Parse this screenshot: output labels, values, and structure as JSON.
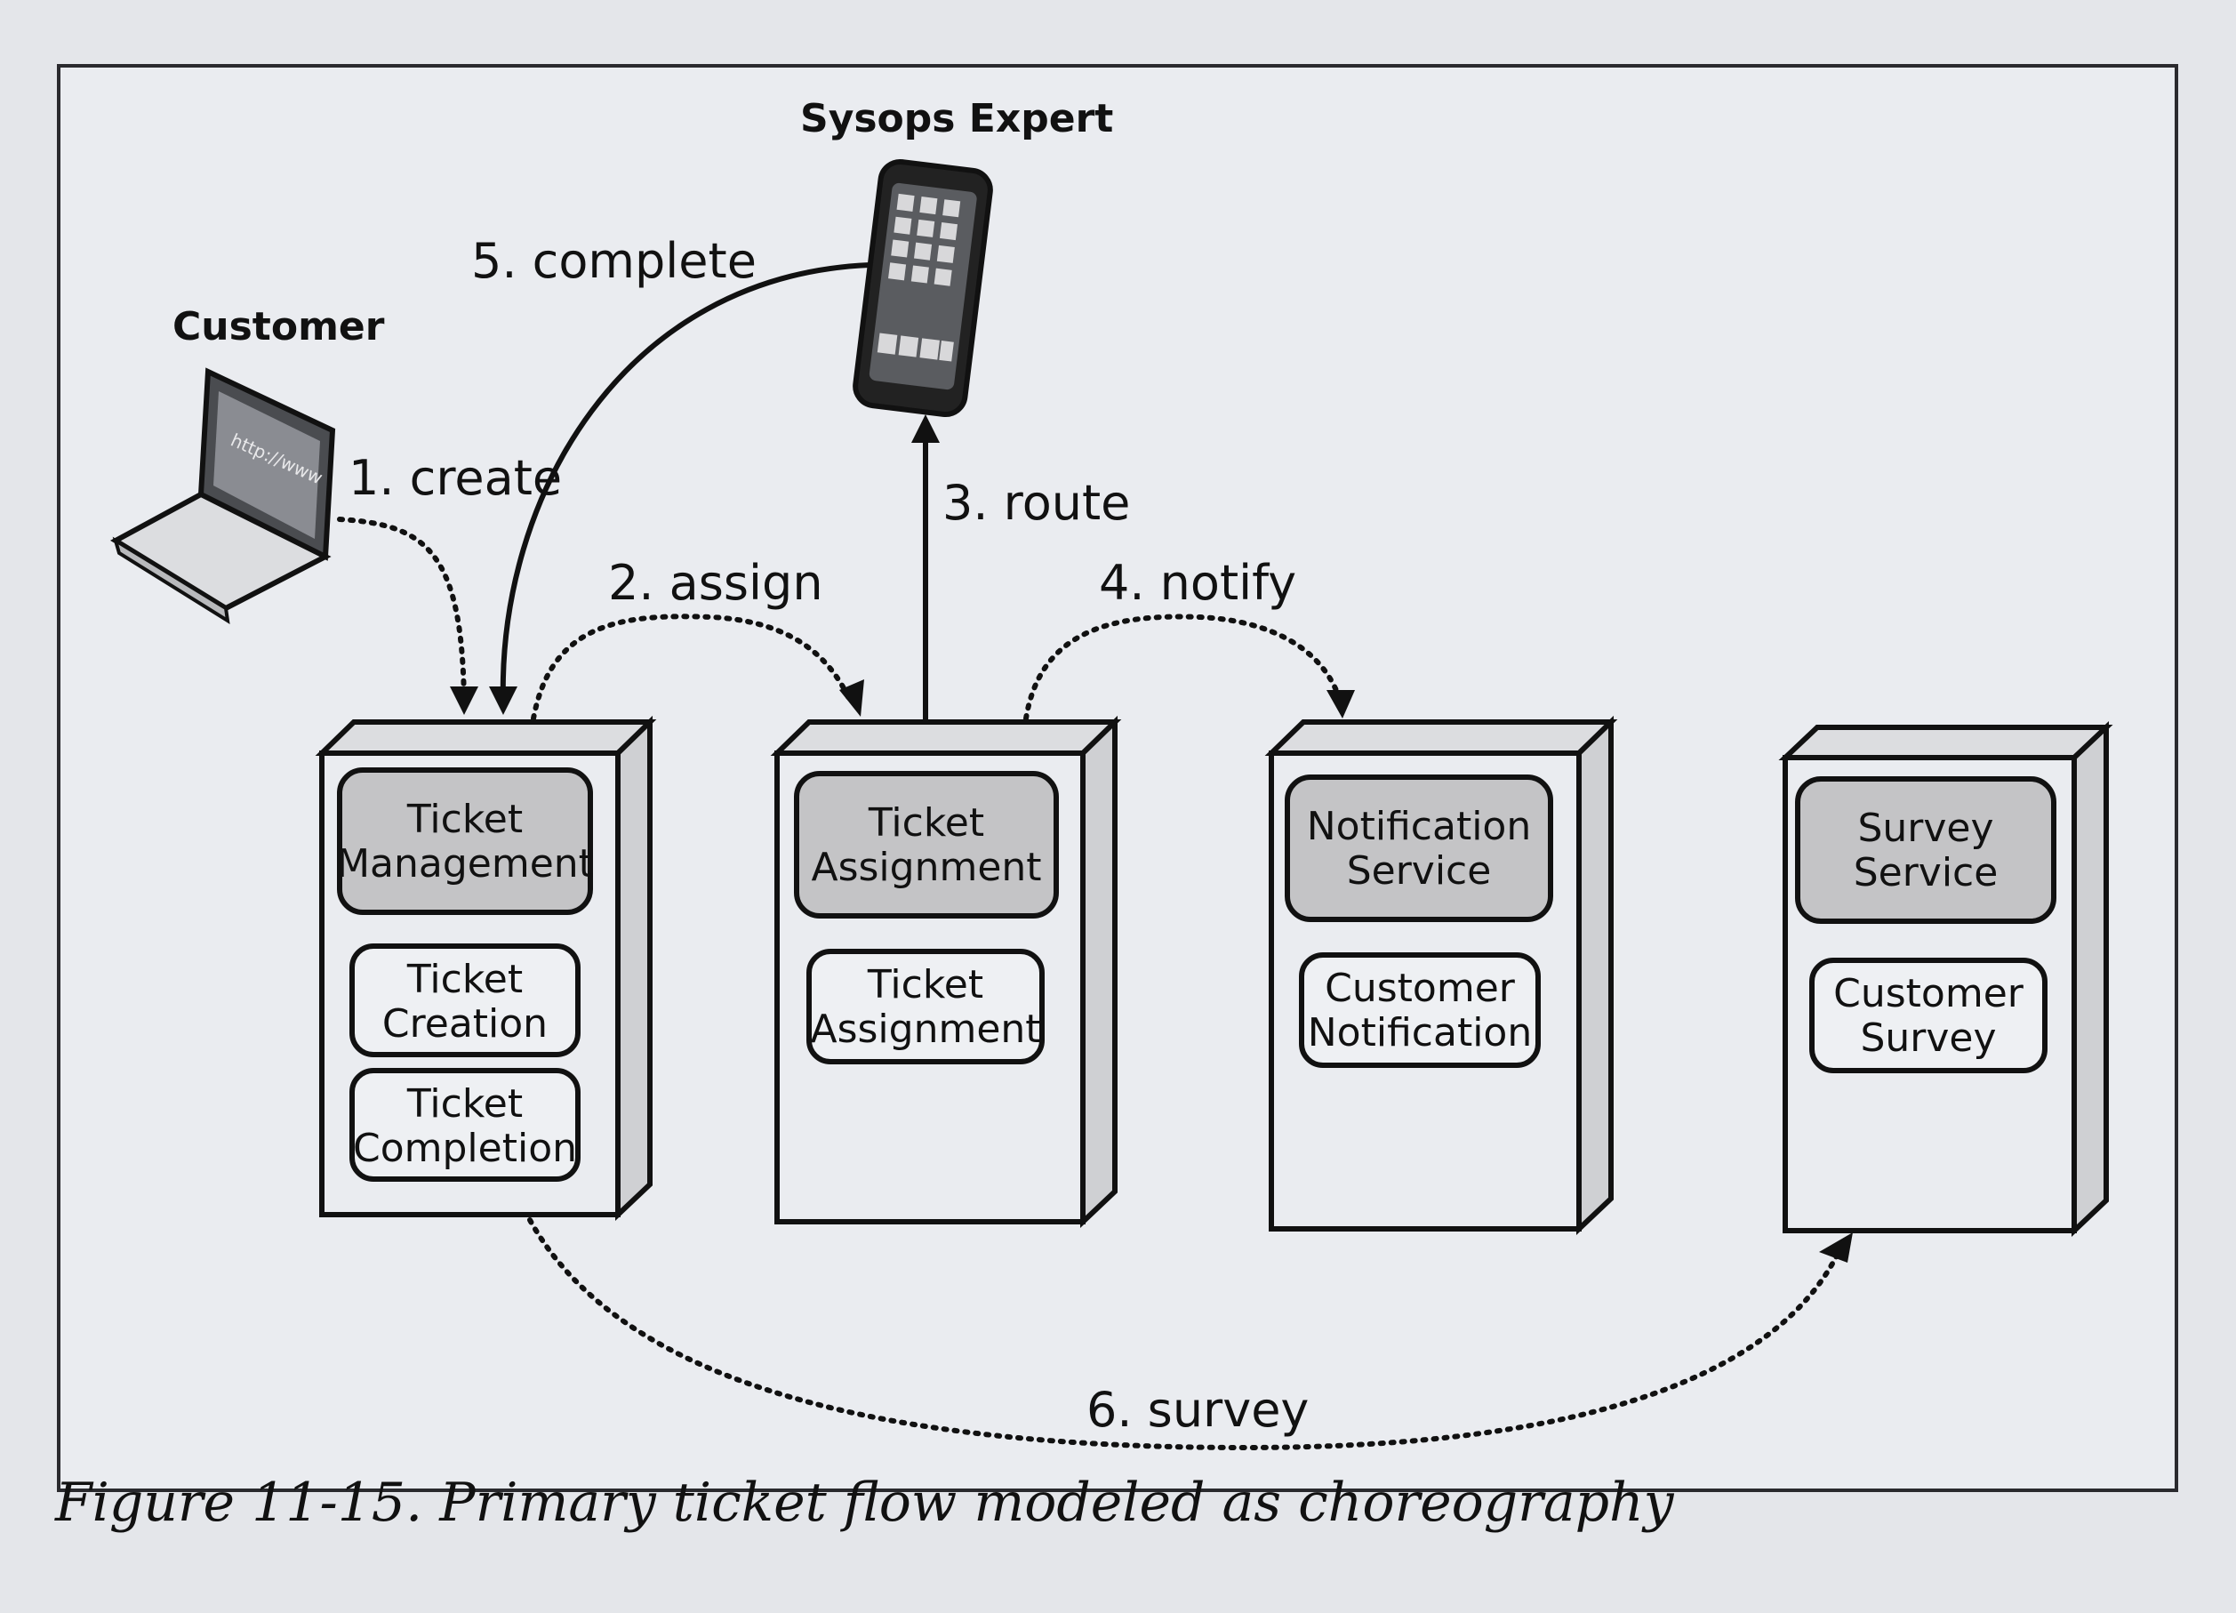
{
  "actors": {
    "customer": "Customer",
    "sysops_expert": "Sysops Expert"
  },
  "laptop_screen_text": "http://www",
  "steps": {
    "create": "1. create",
    "assign": "2. assign",
    "route": "3. route",
    "notify": "4. notify",
    "complete": "5. complete",
    "survey": "6. survey"
  },
  "services": [
    {
      "name": [
        "Ticket",
        "Management"
      ],
      "components": [
        [
          "Ticket",
          "Creation"
        ],
        [
          "Ticket",
          "Completion"
        ]
      ]
    },
    {
      "name": [
        "Ticket",
        "Assignment"
      ],
      "components": [
        [
          "Ticket",
          "Assignment"
        ]
      ]
    },
    {
      "name": [
        "Notification",
        "Service"
      ],
      "components": [
        [
          "Customer",
          "Notification"
        ]
      ]
    },
    {
      "name": [
        "Survey",
        "Service"
      ],
      "components": [
        [
          "Customer",
          "Survey"
        ]
      ]
    }
  ],
  "caption": "Figure 11-15. Primary ticket flow modeled as choreography",
  "colors": {
    "line": "#111111",
    "service_header_fill": "#c4c4c6",
    "box_fill": "#eaecf0"
  }
}
